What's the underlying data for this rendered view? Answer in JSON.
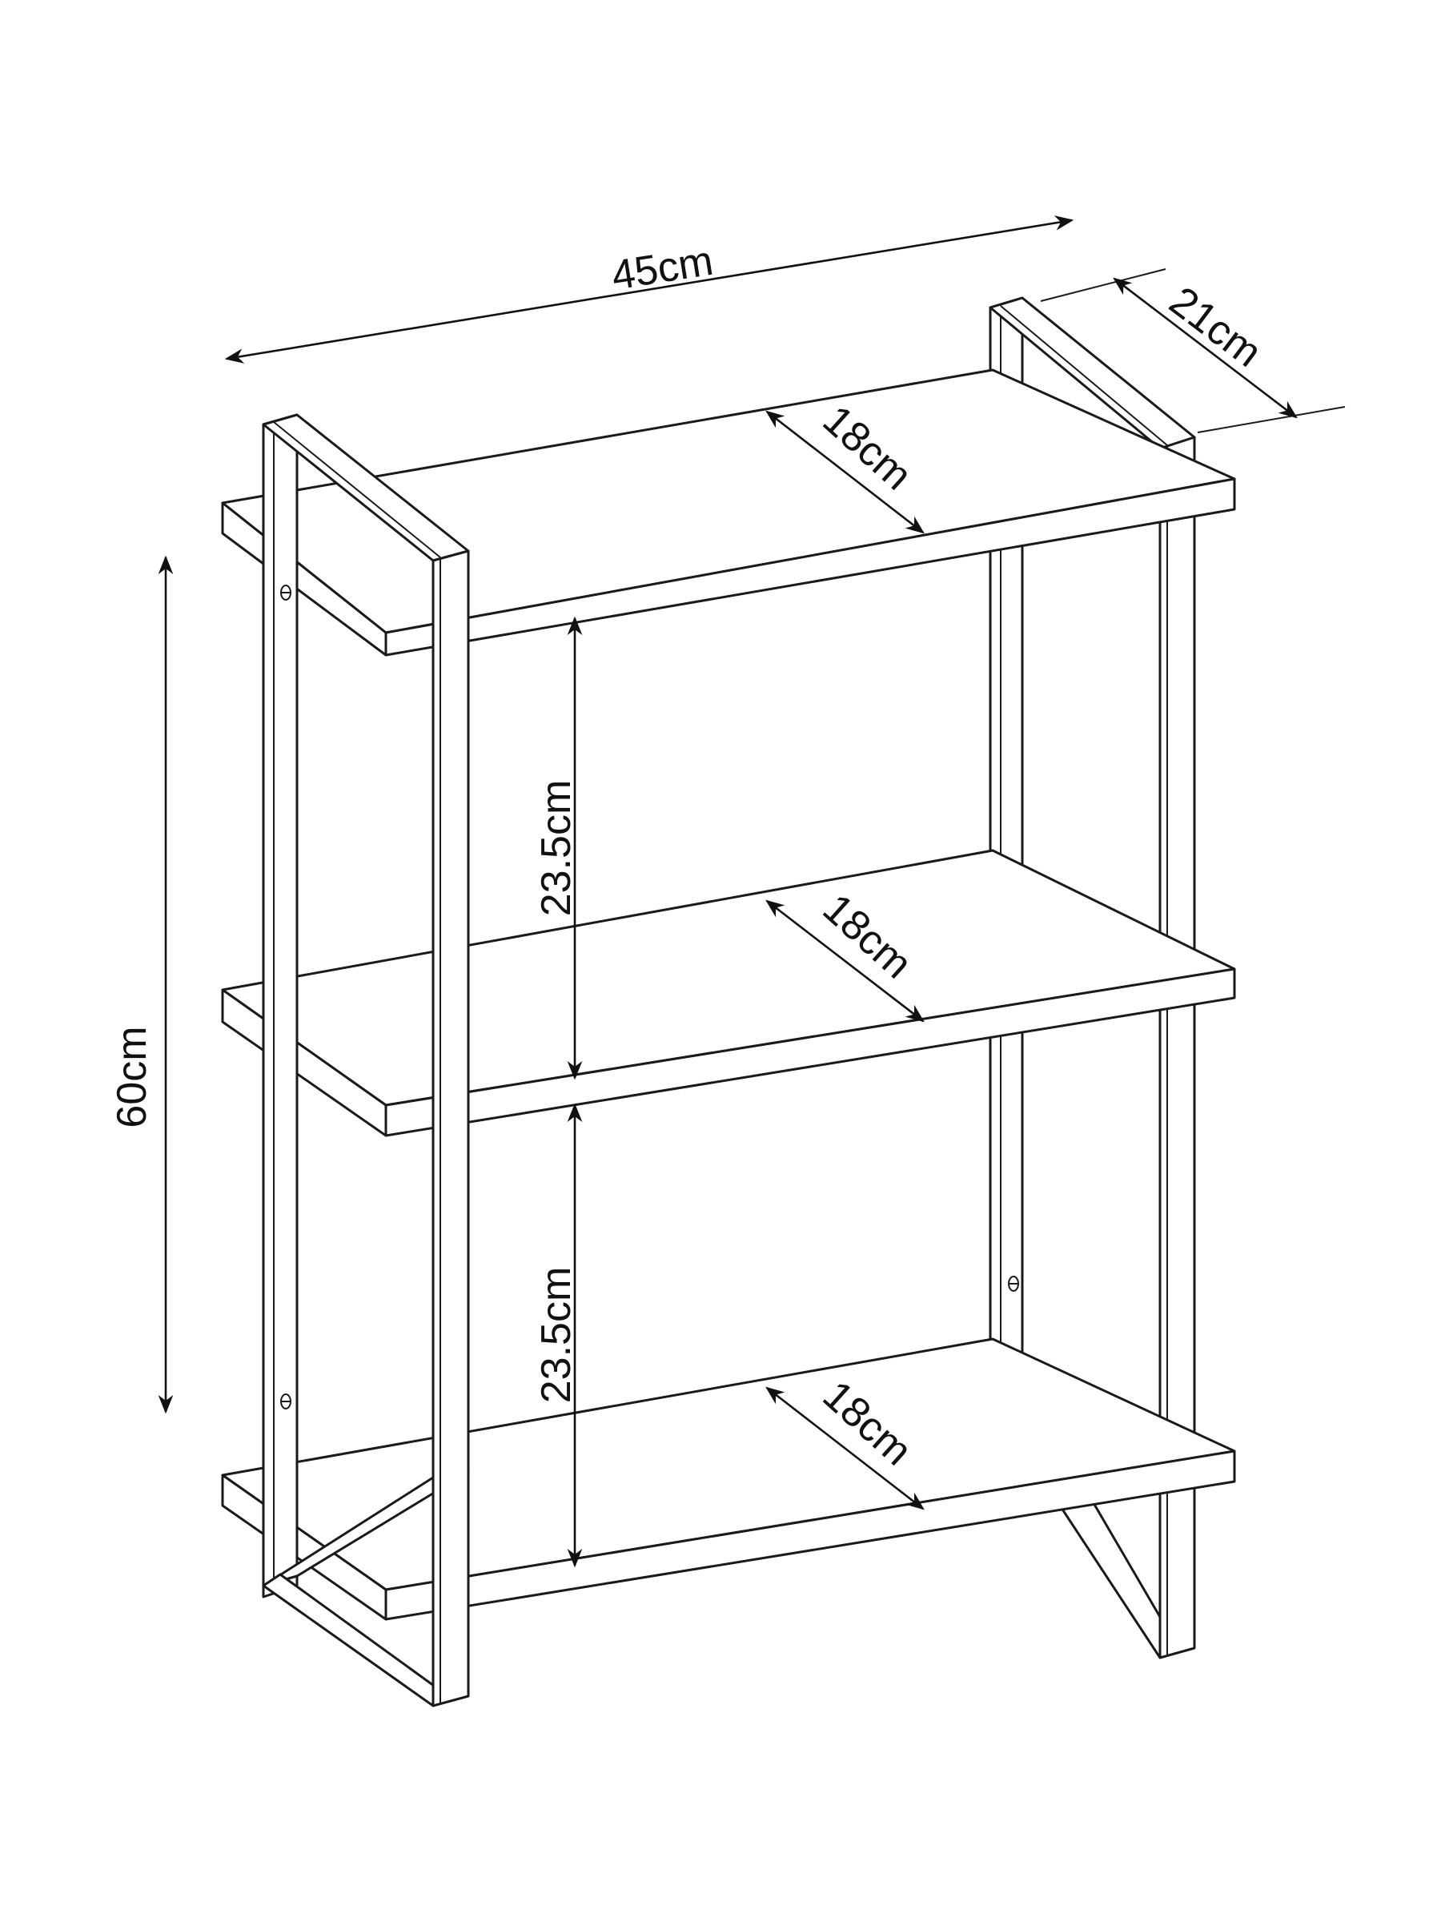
{
  "diagram": {
    "title": "Three-tier wall shelf dimension drawing",
    "line_color": "#1a1a1a",
    "background": "#ffffff",
    "dimensions": {
      "overall_width": "45cm",
      "overall_depth": "21cm",
      "overall_height": "60cm",
      "shelf_depth_top": "18cm",
      "shelf_depth_middle": "18cm",
      "shelf_depth_bottom": "18cm",
      "spacing_upper": "23.5cm",
      "spacing_lower": "23.5cm"
    },
    "components": {
      "shelves": 3,
      "side_frames": 2,
      "mounting_holes": 3
    }
  }
}
